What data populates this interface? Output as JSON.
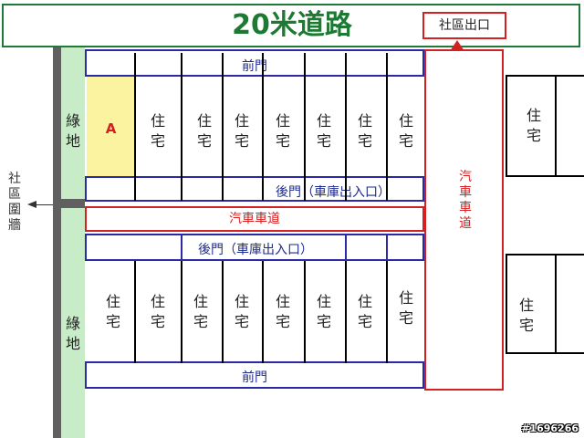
{
  "road": {
    "title": "20米道路",
    "exit_label": "社區出口"
  },
  "wall_label": "社\n區\n圍\n牆",
  "green_label": "綠\n地",
  "top_block": {
    "front_door": "前門",
    "back_door": "後門（車庫出入口）",
    "lot_a": "A",
    "houses": [
      "住\n宅",
      "住\n宅",
      "住\n宅",
      "住\n宅",
      "住\n宅",
      "住\n宅",
      "住\n宅"
    ]
  },
  "car_lane": "汽車車道",
  "car_lane_vertical": "汽\n車\n車\n道",
  "bottom_block": {
    "back_door": "後門（車庫出入口）",
    "front_door": "前門",
    "houses": [
      "住\n宅",
      "住\n宅",
      "住\n宅",
      "住\n宅",
      "住\n宅",
      "住\n宅",
      "住\n宅",
      "住\n宅"
    ]
  },
  "right_houses": [
    "住\n宅",
    "住\n宅"
  ],
  "watermark": "#1696266",
  "colors": {
    "road_green": "#1c7a33",
    "lane_red": "#d42020",
    "band_blue": "#2a2aa8",
    "green_belt": "#c7ecc7",
    "lot_a_yellow": "#fbf3a0"
  }
}
